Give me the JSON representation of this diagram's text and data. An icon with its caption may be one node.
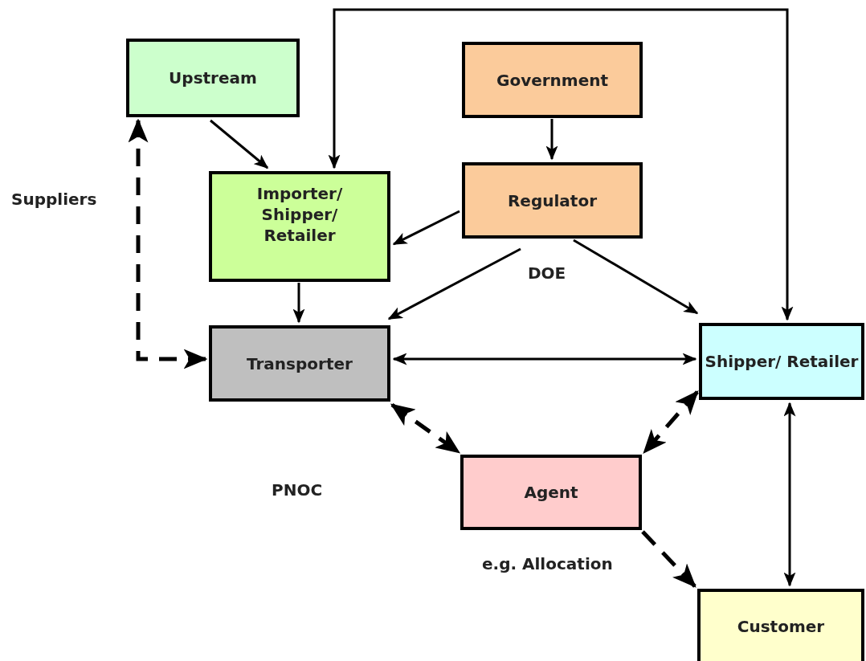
{
  "diagram": {
    "nodes": [
      {
        "text": [
          "Upstream"
        ]
      },
      {
        "text": [
          "Government"
        ]
      },
      {
        "text": [
          "Importer/ Shipper/ Retailer"
        ]
      },
      {
        "text": [
          "Regulator"
        ]
      },
      {
        "text": [
          "Transporter"
        ]
      },
      {
        "text": [
          "Shipper/ Retailer"
        ]
      },
      {
        "text": [
          "Agent"
        ]
      },
      {
        "text": [
          "Customer"
        ]
      }
    ],
    "edges": [
      {
        "from": 0,
        "to": 2,
        "arrow": "to"
      },
      {
        "from": 1,
        "to": 3,
        "arrow": "to"
      },
      {
        "from": 3,
        "to": 2,
        "arrow": "to"
      },
      {
        "from": 3,
        "to": 4,
        "arrow": "to"
      },
      {
        "from": 3,
        "to": 5,
        "arrow": "to"
      },
      {
        "from": 2,
        "to": 4,
        "arrow": "to"
      },
      {
        "from": 4,
        "to": 0,
        "arrow": "both",
        "style": "dashed"
      },
      {
        "from": 4,
        "to": 5,
        "arrow": "both"
      },
      {
        "from": 4,
        "to": 6,
        "arrow": "both",
        "style": "dashed"
      },
      {
        "from": 5,
        "to": 6,
        "arrow": "both",
        "style": "dashed"
      },
      {
        "from": 6,
        "to": 7,
        "arrow": "to",
        "style": "dashed"
      },
      {
        "from": 5,
        "to": 7,
        "arrow": "both"
      },
      {
        "from": 2,
        "to": 5,
        "arrow": "both"
      }
    ],
    "labels": [
      "Suppliers",
      "DOE",
      "PNOC",
      "e.g. Allocation"
    ]
  }
}
